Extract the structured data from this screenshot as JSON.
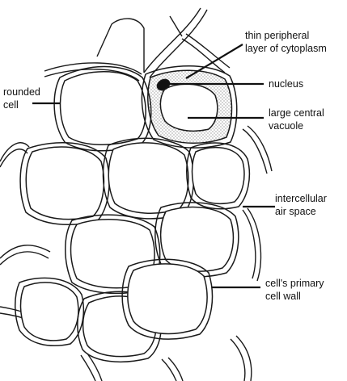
{
  "diagram": {
    "labels": {
      "cytoplasm": [
        "thin peripheral",
        "layer of cytoplasm"
      ],
      "nucleus": [
        "nucleus"
      ],
      "vacuole": [
        "large central",
        "vacuole"
      ],
      "rounded_cell": [
        "rounded",
        "cell"
      ],
      "air_space": [
        "intercellular",
        "air space"
      ],
      "cell_wall": [
        "cell's primary",
        "cell wall"
      ]
    },
    "colors": {
      "line": "#1a1a1a",
      "background": "#ffffff",
      "stipple": "#333333"
    }
  }
}
